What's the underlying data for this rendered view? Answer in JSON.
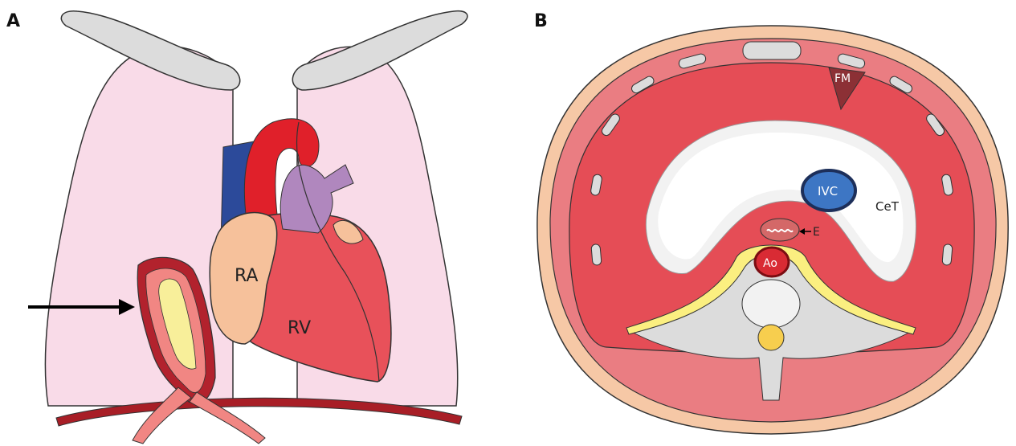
{
  "panel_a": {
    "letter": "A",
    "labels": {
      "ra": "RA",
      "rv": "RV"
    }
  },
  "panel_b": {
    "letter": "B",
    "labels": {
      "fm": "FM",
      "ivc": "IVC",
      "cet": "CeT",
      "e": "E",
      "ao": "Ao"
    }
  },
  "colors": {
    "lung": "#f9dbe8",
    "clavicle": "#dcdcdc",
    "heart": "#e8515a",
    "right_atrium": "#f6c19b",
    "svc": "#2c4a9a",
    "aorta": "#e0202a",
    "pulmonary_artery": "#b087be",
    "esophagus_outer": "#b2222d",
    "esophagus_inner": "#f18683",
    "esophagus_lumen": "#f8ef9a",
    "diaphragm": "#a81e26",
    "skin": "#f6c8a6",
    "chest_wall": "#ea7d82",
    "muscle": "#e54d56",
    "central_tendon": "#ffffff",
    "ivc": "#3d76c4",
    "fat": "#fbef80",
    "spine": "#d6d6d6",
    "cord": "#f7ce4e"
  }
}
